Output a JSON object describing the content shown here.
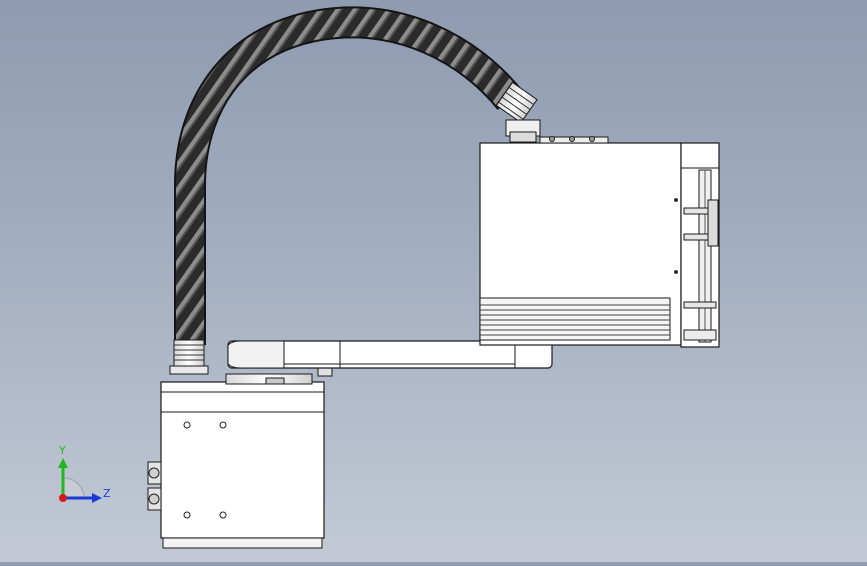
{
  "viewport": {
    "background_top": "#8e9bb0",
    "background_bottom": "#c3cad6"
  },
  "model": {
    "name": "scara-robot",
    "body_color": "#ffffff",
    "edge_color": "#1a1a1a",
    "hose_color": "#2e2e2e",
    "hose_stripe_color": "#8a8a8a"
  },
  "triad": {
    "y_label": "Y",
    "z_label": "Z",
    "y_color": "#1fb81f",
    "z_color": "#1a3cd6",
    "x_color": "#d61a1a"
  }
}
